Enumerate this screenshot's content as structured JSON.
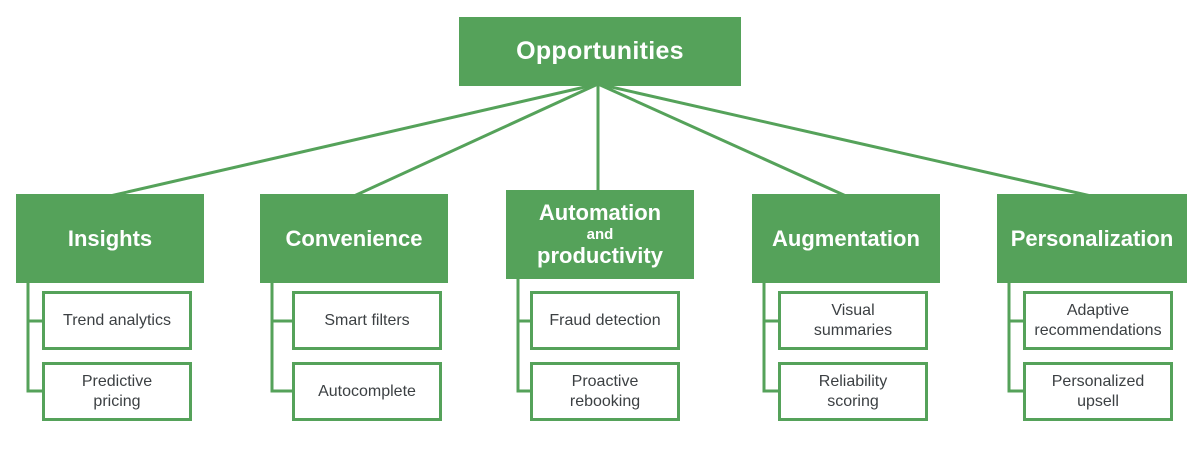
{
  "colors": {
    "green": "#55A25A",
    "child_text": "#3C4043",
    "node_text": "#FFFFFF",
    "background": "#FFFFFF"
  },
  "root": {
    "label": "Opportunities"
  },
  "branches": [
    {
      "title": "Insights",
      "children": [
        "Trend analytics",
        "Predictive\npricing"
      ]
    },
    {
      "title": "Convenience",
      "children": [
        "Smart filters",
        "Autocomplete"
      ]
    },
    {
      "title": "Automation",
      "title_small": "and",
      "title_line2": "productivity",
      "children": [
        "Fraud detection",
        "Proactive\nrebooking"
      ]
    },
    {
      "title": "Augmentation",
      "children": [
        "Visual\nsummaries",
        "Reliability\nscoring"
      ]
    },
    {
      "title": "Personalization",
      "children": [
        "Adaptive\nrecommendations",
        "Personalized\nupsell"
      ]
    }
  ]
}
